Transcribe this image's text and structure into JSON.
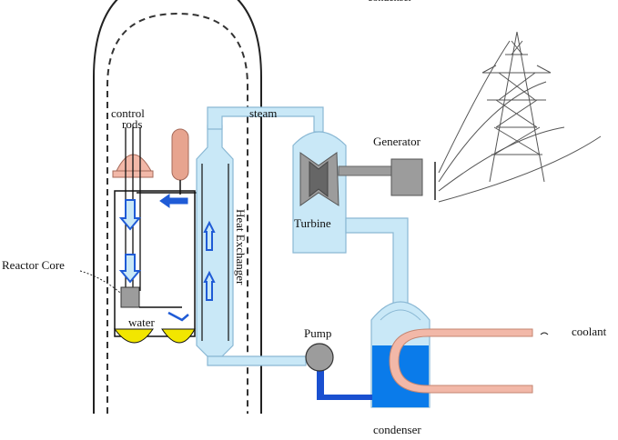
{
  "colors": {
    "pipe": "#c9e8f7",
    "pipe_stroke": "#8ab8d4",
    "arrow_blue": "#1f5bd6",
    "water_blue": "#0a7bea",
    "dark_blue": "#1a50d0",
    "pink": "#f2b8a8",
    "pink_dark": "#d98b76",
    "yellow": "#f2e600",
    "grey": "#9c9c9c",
    "tower": "#666666"
  },
  "labels": {
    "top_cut": "condenser",
    "control_rods": "control\nrods",
    "control_rods_line1": "control",
    "control_rods_line2": "rods",
    "steam": "steam",
    "generator": "Generator",
    "turbine": "Turbine",
    "heat_exchanger": "Heat Exchanger",
    "reactor_core": "Reactor Core",
    "water": "water",
    "pump": "Pump",
    "coolant": "coolant",
    "condenser": "condenser"
  },
  "icons": {
    "reactor_dome": "containment-dome",
    "transmission_tower": "power-pylon",
    "flow_arrows": "flow-arrow"
  }
}
